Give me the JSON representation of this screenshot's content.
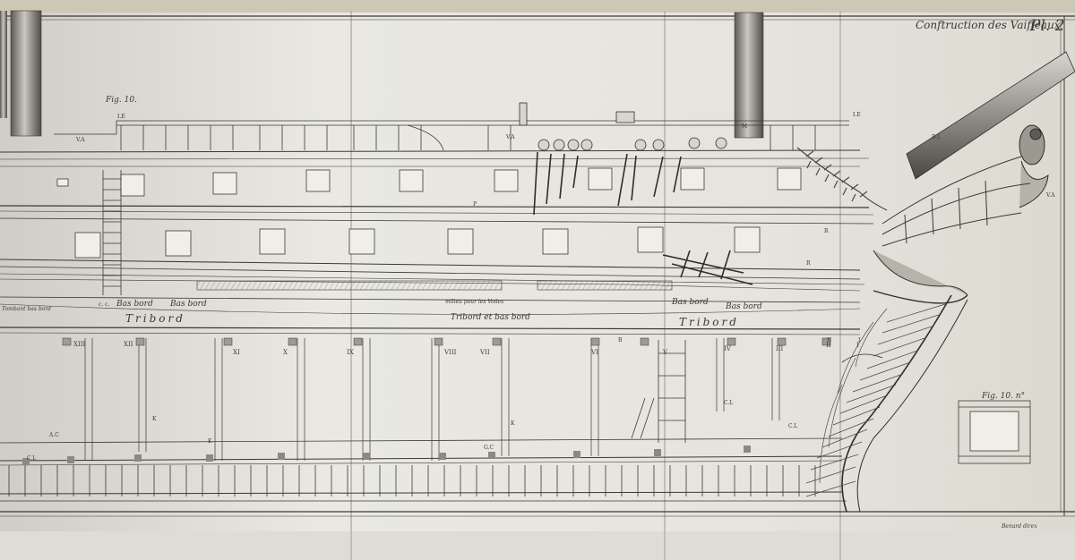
{
  "plate": {
    "title": "Conftruction des Vaiffeaux",
    "plate_number": "Pl. 2",
    "figure_main": "Fig. 10.",
    "figure_inset": "Fig. 10. n°",
    "engraver": "Benard direx"
  },
  "deck_labels": {
    "bas_bord_1": "Bas bord",
    "bas_bord_2": "Bas bord",
    "bas_bord_3": "Bas bord",
    "bas_bord_4": "Bas bord",
    "tribord_left": "Tribord",
    "tribord_right": "Tribord",
    "tribord_center": "Tribord et bas bord",
    "milieu": "milieu pour les Voiles",
    "tombant_bas_bord": "Tombant bas bord",
    "cc": "c. c."
  },
  "frame_numerals": [
    "XIII",
    "XII",
    "XI",
    "X",
    "IX",
    "VIII",
    "VII",
    "VI",
    "V",
    "IV",
    "III",
    "II",
    "I"
  ],
  "letters": {
    "va": "V.A",
    "ie": "I.E",
    "ac": "A.C",
    "cl": "C.L",
    "gc": "G.C",
    "k": "K",
    "p": "P",
    "r": "R",
    "b": "B",
    "h": "H",
    "i": "I",
    "m": "M",
    "dl": "D.L"
  }
}
